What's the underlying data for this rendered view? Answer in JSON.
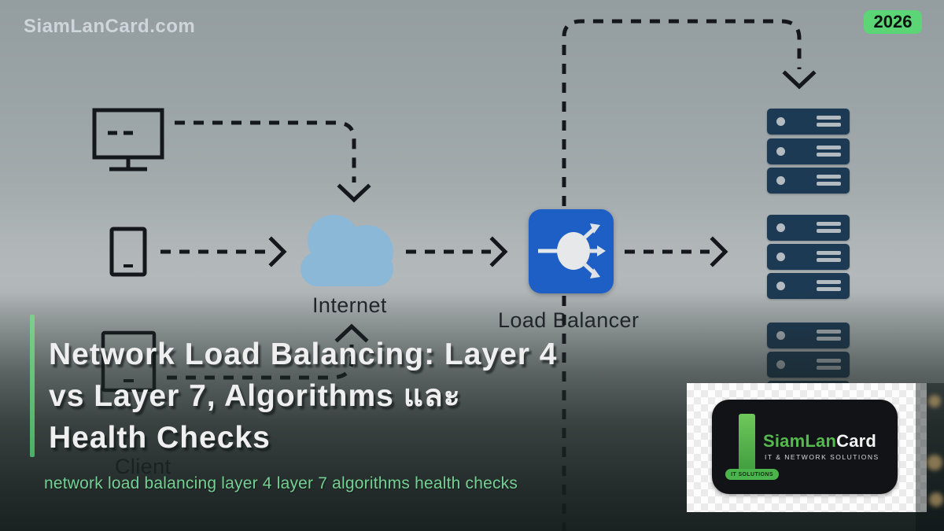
{
  "watermark": "SiamLanCard.com",
  "year_badge": "2026",
  "diagram": {
    "internet_label": "Internet",
    "load_balancer_label": "Load Balancer",
    "client_label": "Client",
    "client_devices": [
      "desktop-monitor",
      "smartphone",
      "tablet"
    ],
    "server_stacks": [
      {
        "name": "server-stack-1",
        "servers": 3
      },
      {
        "name": "server-stack-2",
        "servers": 3
      },
      {
        "name": "server-stack-3",
        "servers": 3
      }
    ]
  },
  "title": {
    "lines": [
      "Network Load Balancing: Layer 4",
      "vs Layer 7, Algorithms และ",
      "Health Checks"
    ]
  },
  "subtitle": "network load balancing layer 4 layer 7 algorithms health checks",
  "logo_card": {
    "brand_primary": "SiamLan",
    "brand_secondary": "Card",
    "tagline": "IT & NETWORK SOLUTIONS",
    "badge": "IT SOLUTIONS"
  },
  "colors": {
    "accent_green": "#5bd576",
    "subtitle_green": "#74d093",
    "lb_blue": "#1d5fc4",
    "cloud_blue": "#8cb8d7",
    "server_navy": "#1d3a54",
    "line_dark": "#14181c",
    "logo_green": "#55ba4d"
  }
}
